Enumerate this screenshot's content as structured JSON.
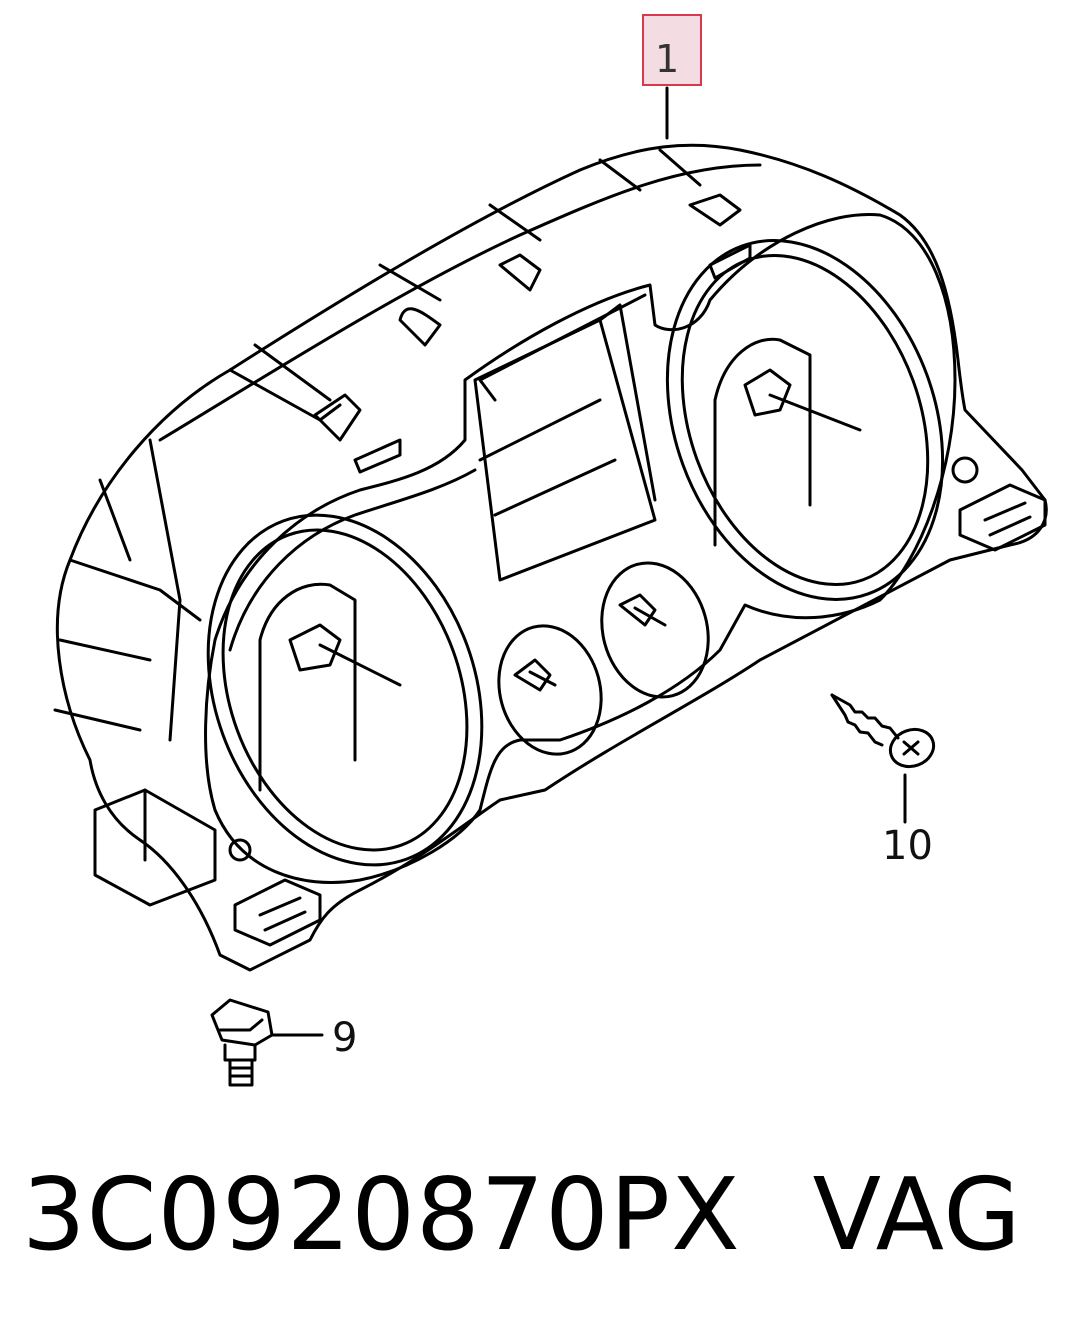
{
  "diagram": {
    "callouts": {
      "main_part": "1",
      "clip": "9",
      "screw": "10"
    },
    "callout_highlight_color": "#f4dde2",
    "callout_border_color": "#d9374b",
    "line_color": "#000000"
  },
  "footer": {
    "part_number": "3C0920870PX",
    "brand": "VAG"
  }
}
